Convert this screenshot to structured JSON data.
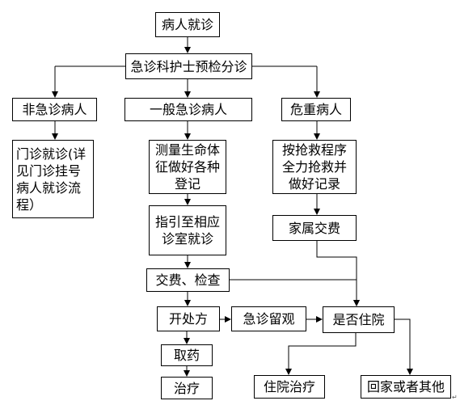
{
  "nodes": {
    "patient_visit": "病人就诊",
    "triage": "急诊科护士预检分诊",
    "non_emergency": "非急诊病人",
    "general_emergency": "一般急诊病人",
    "critical": "危重病人",
    "outpatient": "门诊就诊(详\n见门诊挂号\n病人就诊流\n程）",
    "vitals": "测量生命体\n征做好各种\n登记",
    "guide": "指引至相应\n诊室就诊",
    "pay_exam": "交费、检查",
    "prescribe": "开处方",
    "observation": "急诊留观",
    "admit_q": "是否住院",
    "medicine": "取药",
    "treatment": "治疗",
    "rescue": "按抢救程序\n全力抢救并\n做好记录",
    "family_pay": "家属交费",
    "inpatient": "住院治疗",
    "home_other": "回家或者其他"
  },
  "paragraph_mark": "↵"
}
